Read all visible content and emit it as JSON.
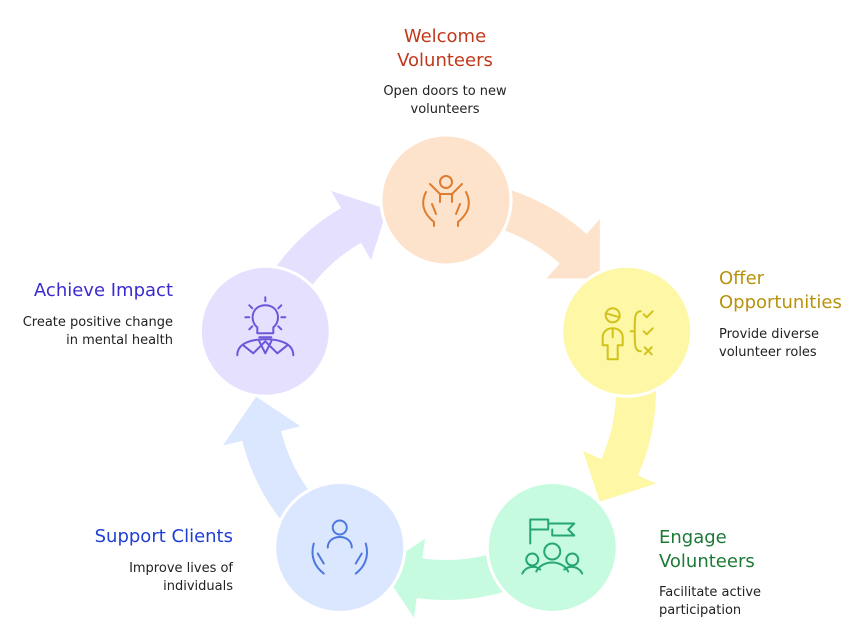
{
  "steps": [
    {
      "title_lines": [
        "Welcome",
        "Volunteers"
      ],
      "desc_lines": [
        "Open doors to new",
        "volunteers"
      ],
      "icon": "welcoming-hands-icon",
      "fill": "#fde2cc",
      "stroke": "#de7d30",
      "title_color": "#c0391a"
    },
    {
      "title_lines": [
        "Offer",
        "Opportunities"
      ],
      "desc_lines": [
        "Provide diverse",
        "volunteer roles"
      ],
      "icon": "person-checklist-icon",
      "fill": "#fdf7a6",
      "stroke": "#d2c21c",
      "title_color": "#b8920c"
    },
    {
      "title_lines": [
        "Engage",
        "Volunteers"
      ],
      "desc_lines": [
        "Facilitate active",
        "participation"
      ],
      "icon": "flag-group-icon",
      "fill": "#c6fbe0",
      "stroke": "#27a572",
      "title_color": "#1d7a36"
    },
    {
      "title_lines": [
        "Support Clients"
      ],
      "desc_lines": [
        "Improve lives of",
        "individuals"
      ],
      "icon": "caring-hands-icon",
      "fill": "#dbe6ff",
      "stroke": "#4d78e2",
      "title_color": "#1f3fd4"
    },
    {
      "title_lines": [
        "Achieve Impact"
      ],
      "desc_lines": [
        "Create positive change",
        "in mental health"
      ],
      "icon": "lightbulb-person-icon",
      "fill": "#e6e0ff",
      "stroke": "#6b58d8",
      "title_color": "#3a2bd0"
    }
  ]
}
